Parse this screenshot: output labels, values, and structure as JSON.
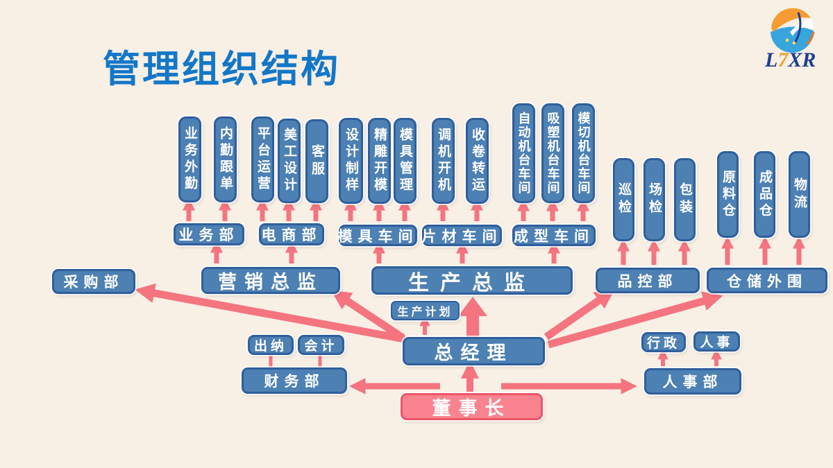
{
  "title": "管理组织结构",
  "logo": {
    "brand_l": "L",
    "brand_t": "7",
    "brand_xr": "XR"
  },
  "colors": {
    "background": "#f8efe5",
    "box_blue_fill": "#4d80b3",
    "box_blue_border": "#2f5f9c",
    "box_pink_fill": "#f9838f",
    "box_pink_border": "#ee5468",
    "arrow_pink": "#f4747f",
    "title_blue": "#1377c8",
    "box_text": "#ffffff"
  },
  "nodes": {
    "chairman": "董事长",
    "general_manager": "总经理",
    "production_plan": "生产计划",
    "purchasing_dept": "采购部",
    "marketing_director": "营销总监",
    "production_director": "生产总监",
    "qc_dept": "品控部",
    "warehouse_dept": "仓储外围",
    "finance_dept": "财务部",
    "hr_dept": "人事部",
    "cashier": "出纳",
    "accountant": "会计",
    "admin": "行政",
    "personnel": "人事",
    "business_dept": "业务部",
    "ecommerce_dept": "电商部",
    "mold_workshop": "模具车间",
    "sheet_workshop": "片材车间",
    "forming_workshop": "成型车间",
    "field_sales": "业务外勤",
    "order_following": "内勤跟单",
    "platform_operation": "平台运营",
    "art_design": "美工设计",
    "customer_service": "客服",
    "design_sampling": "设计制样",
    "engraving_molding": "精雕开模",
    "mold_management": "模具管理",
    "machine_adjustment": "调机开机",
    "winding_transfer": "收卷转运",
    "auto_machine_workshop": "自动机台车间",
    "blister_machine_workshop": "吸塑机台车间",
    "diecut_machine_workshop": "模切机台车间",
    "patrol_inspection": "巡检",
    "site_inspection": "场检",
    "packaging": "包装",
    "raw_material_warehouse": "原料仓",
    "finished_goods_warehouse": "成品仓",
    "logistics": "物流"
  }
}
